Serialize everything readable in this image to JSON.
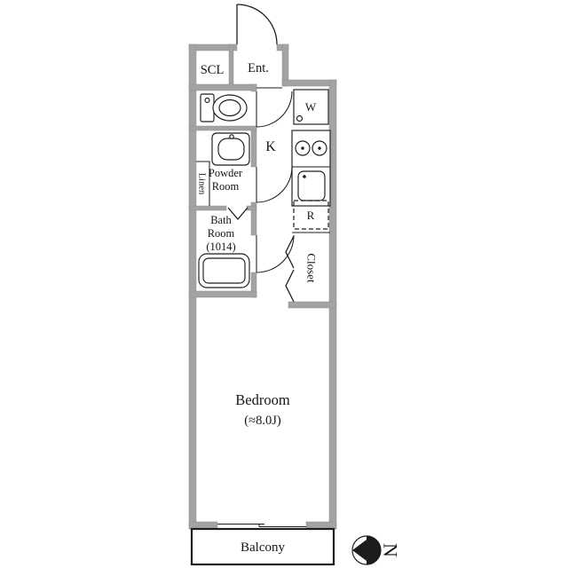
{
  "colors": {
    "wall": "#a3a3a3",
    "line": "#1c1c1c",
    "background": "#ffffff"
  },
  "rooms": {
    "scl": "SCL",
    "entrance": "Ent.",
    "kitchen": "K",
    "washer": "W",
    "refrigerator": "R",
    "powder": {
      "line1": "Powder",
      "line2": "Room"
    },
    "linen": "Linen",
    "bath": {
      "line1": "Bath",
      "line2": "Room",
      "line3": "(1014)"
    },
    "closet": "Closet",
    "bedroom": {
      "line1": "Bedroom",
      "line2": "(≈8.0J)"
    },
    "balcony": "Balcony"
  },
  "compass": {
    "north": "N"
  }
}
